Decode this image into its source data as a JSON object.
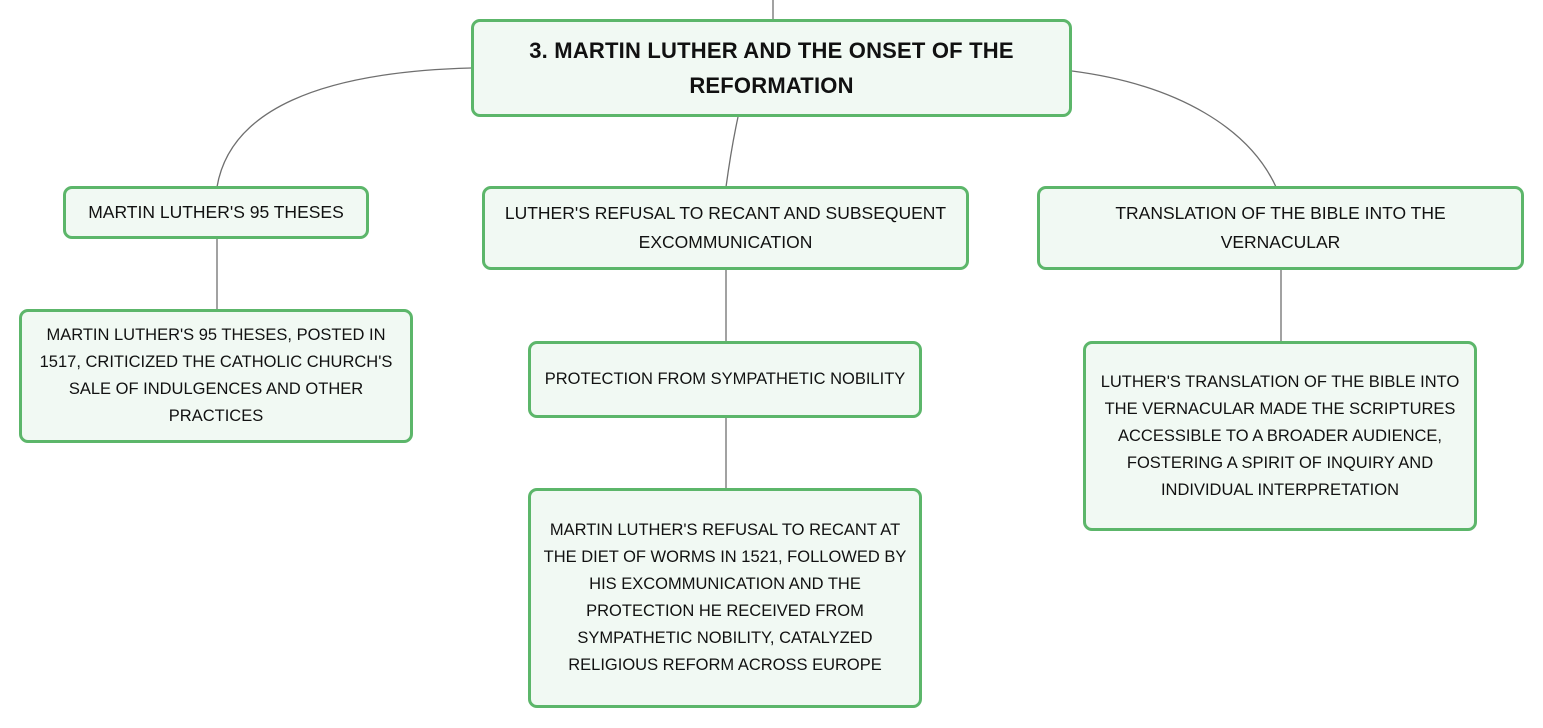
{
  "colors": {
    "node_border": "#5cb66a",
    "node_fill": "#f1f9f3",
    "connector": "#6f6f6f",
    "text": "#111111"
  },
  "root": {
    "label": "3. MARTIN LUTHER AND THE ONSET OF THE REFORMATION"
  },
  "branches": [
    {
      "label": "MARTIN LUTHER'S 95 THESES",
      "children": [
        "MARTIN LUTHER'S 95 THESES, POSTED IN 1517, CRITICIZED THE CATHOLIC CHURCH'S SALE OF INDULGENCES AND OTHER PRACTICES"
      ]
    },
    {
      "label": "LUTHER'S REFUSAL TO RECANT AND SUBSEQUENT EXCOMMUNICATION",
      "children": [
        "PROTECTION FROM SYMPATHETIC NOBILITY",
        "MARTIN LUTHER'S REFUSAL TO RECANT AT THE DIET OF WORMS IN 1521, FOLLOWED BY HIS EXCOMMUNICATION AND THE PROTECTION HE RECEIVED FROM SYMPATHETIC NOBILITY, CATALYZED RELIGIOUS REFORM ACROSS EUROPE"
      ]
    },
    {
      "label": "TRANSLATION OF THE BIBLE INTO THE VERNACULAR",
      "children": [
        "LUTHER'S TRANSLATION OF THE BIBLE INTO THE VERNACULAR MADE THE SCRIPTURES ACCESSIBLE TO A BROADER AUDIENCE, FOSTERING A SPIRIT OF INQUIRY AND INDIVIDUAL INTERPRETATION"
      ]
    }
  ]
}
